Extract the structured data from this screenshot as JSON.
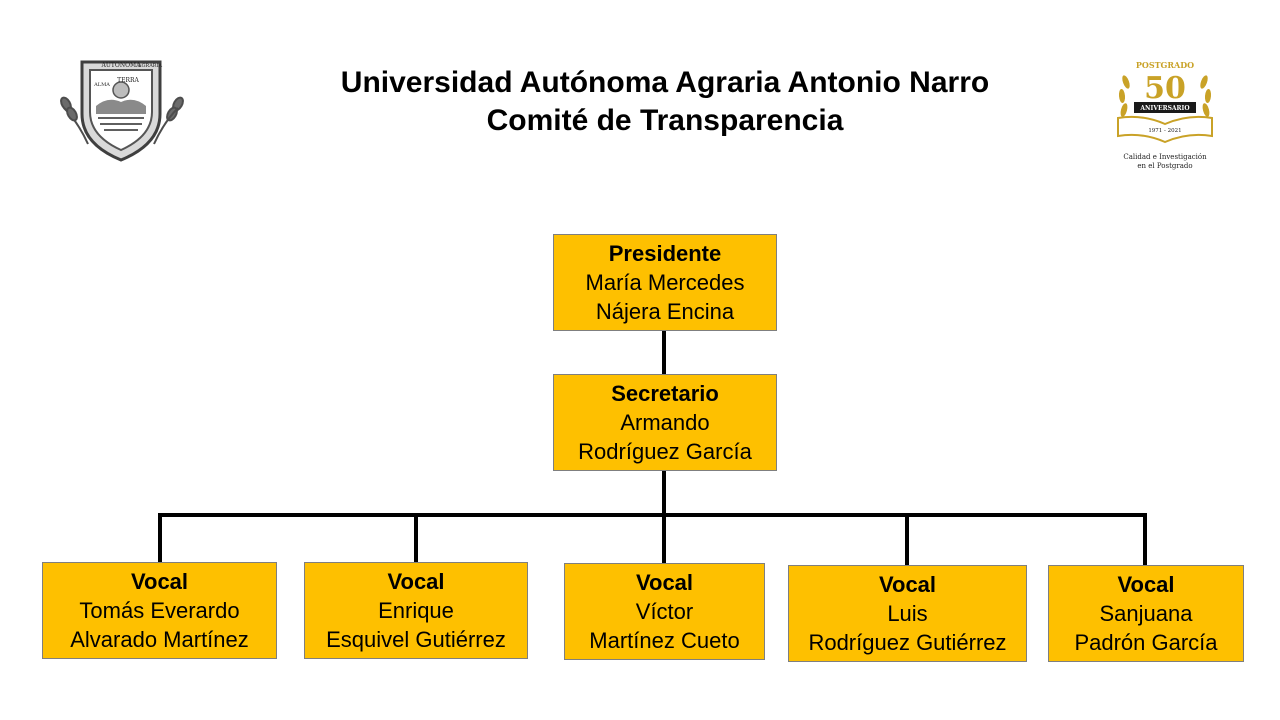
{
  "header": {
    "title_line1": "Universidad Autónoma Agraria Antonio Narro",
    "title_line2": "Comité de Transparencia"
  },
  "logos": {
    "left": {
      "icon": "university-shield-logo",
      "text": [
        "AUTONOMA",
        "AGRARIA",
        "TERRA",
        "ALMA"
      ]
    },
    "right": {
      "icon": "postgrado-50-aniversario-logo",
      "text": [
        "POSTGRADO",
        "50",
        "ANIVERSARIO",
        "1971 - 2021",
        "Calidad e Investigación",
        "en el Postgrado"
      ]
    }
  },
  "colors": {
    "box_fill": "#fec000",
    "box_border": "#7f7f7f",
    "line": "#000000",
    "gold": "#c9a227"
  },
  "org": {
    "president": {
      "role": "Presidente",
      "name_line1": "María Mercedes",
      "name_line2": "Nájera Encina"
    },
    "secretary": {
      "role": "Secretario",
      "name_line1": "Armando",
      "name_line2": "Rodríguez García"
    },
    "vocals": [
      {
        "role": "Vocal",
        "name_line1": "Tomás Everardo",
        "name_line2": "Alvarado Martínez"
      },
      {
        "role": "Vocal",
        "name_line1": "Enrique",
        "name_line2": "Esquivel Gutiérrez"
      },
      {
        "role": "Vocal",
        "name_line1": "Víctor",
        "name_line2": "Martínez Cueto"
      },
      {
        "role": "Vocal",
        "name_line1": "Luis",
        "name_line2": "Rodríguez Gutiérrez"
      },
      {
        "role": "Vocal",
        "name_line1": "Sanjuana",
        "name_line2": "Padrón García"
      }
    ]
  }
}
